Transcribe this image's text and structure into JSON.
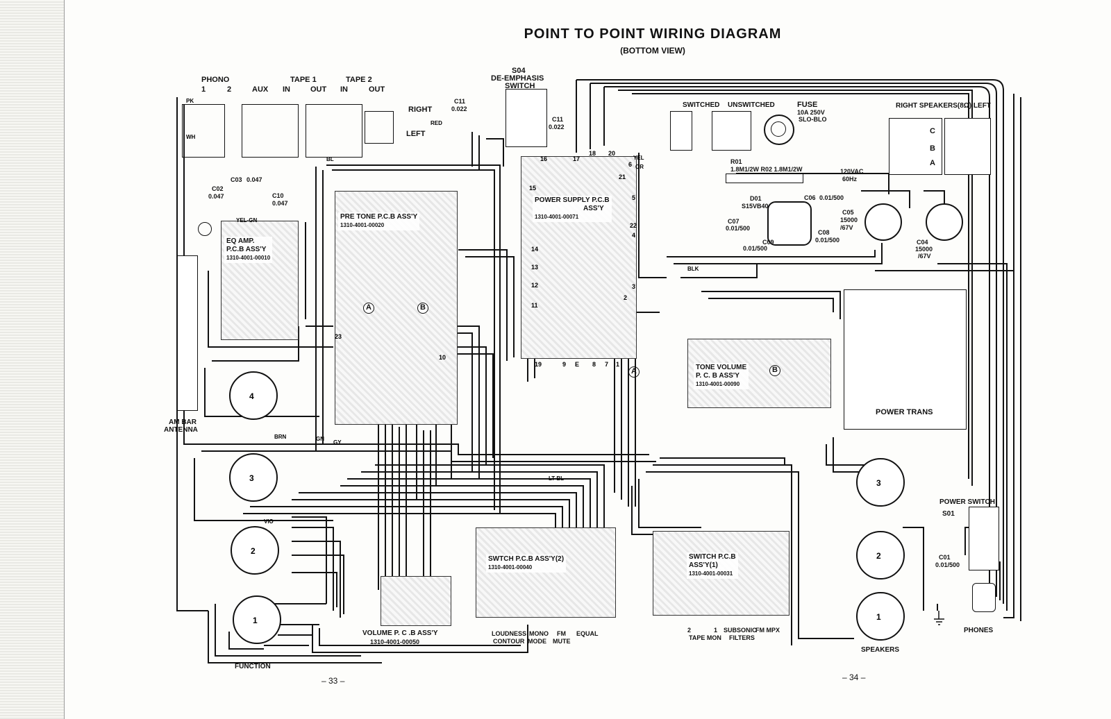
{
  "title": "POINT TO POINT WIRING DIAGRAM",
  "subtitle": "(BOTTOM VIEW)",
  "input_jacks": {
    "phono": "PHONO",
    "phono_1": "1",
    "phono_2": "2",
    "aux": "AUX",
    "tape1": "TAPE 1",
    "tape1_in": "IN",
    "tape1_out": "OUT",
    "tape2": "TAPE 2",
    "tape2_in": "IN",
    "tape2_out": "OUT",
    "right": "RIGHT",
    "left": "LEFT"
  },
  "deemphasis": {
    "code": "S04",
    "line1": "DE-EMPHASIS",
    "line2": "SWITCH"
  },
  "c11_left": {
    "name": "C11",
    "value": "0.022"
  },
  "c11_right": {
    "name": "C11",
    "value": "0.022"
  },
  "c02": {
    "name": "C02",
    "value": "0.047"
  },
  "c03": {
    "name": "C03",
    "value": "0.047"
  },
  "c10": {
    "name": "C10",
    "value": "0.047"
  },
  "eq_amp": {
    "line1": "EQ AMP.",
    "line2": "P.C.B ASS'Y",
    "part": "1310-4001-00010"
  },
  "pretone": {
    "line1": "PRE TONE P.C.B ASS'Y",
    "part": "1310-4001-00020",
    "a": "A",
    "b": "B"
  },
  "power_supply": {
    "line1": "POWER SUPPLY P.C.B",
    "line2": "ASS'Y",
    "part": "1310-4001-00071"
  },
  "tone_volume": {
    "line1": "TONE VOLUME",
    "line2": "P. C. B ASS'Y",
    "part": "1310-4001-00090",
    "a": "A",
    "b": "B"
  },
  "ac_section": {
    "switched": "SWITCHED",
    "unswitched": "UNSWITCHED",
    "fuse": "FUSE",
    "fuse_rating": "10A 250V",
    "fuse_type": "SLO-BLO",
    "r01": "R01",
    "resistors": "1.8M1/2W R02 1.8M1/2W",
    "mains": "120VAC",
    "mains_freq": "60Hz"
  },
  "rectifier": {
    "d01": "D01",
    "d01_part": "S15VB40",
    "c06": "C06",
    "c06_value": "0.01/500",
    "c07": "C07",
    "c07_value": "0.01/500",
    "c08": "C08",
    "c08_value": "0.01/500",
    "c09": "C09",
    "c09_value": "0.01/500"
  },
  "c05": {
    "name": "C05",
    "value": "15000",
    "voltage": "/67V"
  },
  "c04": {
    "name": "C04",
    "value": "15000",
    "voltage": "/67V"
  },
  "speakers_terminal": {
    "title": "RIGHT SPEAKERS(8Ω) LEFT",
    "c": "C",
    "b": "B",
    "a": "A"
  },
  "power_trans": "POWER TRANS",
  "am_antenna": {
    "line1": "AM BAR",
    "line2": "ANTENNA"
  },
  "switch_pcb2": {
    "line1": "SWTCH P.C.B ASS'Y(2)",
    "part": "1310-4001-00040"
  },
  "switch_pcb1": {
    "line1": "SWITCH P.C.B",
    "line2": "ASS'Y(1)",
    "part": "1310-4001-00031"
  },
  "volume_pcb": {
    "line1": "VOLUME P. C .B ASS'Y",
    "part": "1310-4001-00050"
  },
  "switch_labels": {
    "loudness": "LOUDNESS",
    "contour": "CONTOUR",
    "mono": "MONO",
    "mode": "MODE",
    "fm": "FM",
    "mute": "MUTE",
    "equal": "EQUAL",
    "tape_2": "2",
    "tape_1": "1",
    "tape_mon": "TAPE MON",
    "subsonic": "SUBSONIC",
    "fm_mpx": "FM MPX",
    "filters": "FILTERS"
  },
  "power_switch": {
    "title": "POWER SWITCH",
    "code": "S01",
    "cap": "C01",
    "cap_value": "0.01/500"
  },
  "function_label": "FUNCTION",
  "speakers_label": "SPEAKERS",
  "phones_label": "PHONES",
  "page_left": "– 33 –",
  "page_right": "– 34 –",
  "rotary_switches": [
    "4",
    "3",
    "2",
    "1",
    "3",
    "2",
    "1"
  ],
  "wire_colors": [
    "PK",
    "WH",
    "RED",
    "BRN",
    "GN",
    "BL",
    "YEL",
    "GY",
    "OR",
    "BLK",
    "VIO",
    "LT-BL",
    "YEL-GN"
  ],
  "pin_numbers": [
    "16",
    "17",
    "18",
    "20",
    "15",
    "6",
    "21",
    "5",
    "22",
    "4",
    "14",
    "13",
    "3",
    "2",
    "12",
    "11",
    "19",
    "9",
    "E",
    "8",
    "7",
    "1",
    "23",
    "10"
  ]
}
